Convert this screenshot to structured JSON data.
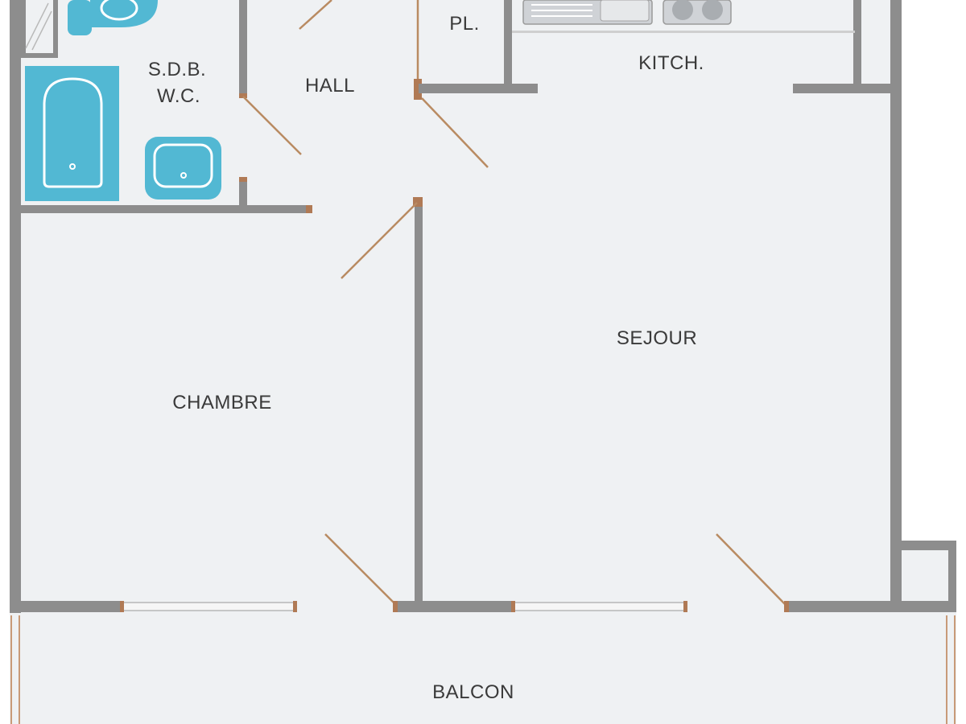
{
  "plan": {
    "colors": {
      "floor": "#eff1f3",
      "wall": "#8d8d8d",
      "door": "#b98b62",
      "fixture": "#52b8d3",
      "label": "#3a3a3a"
    },
    "rooms": {
      "sdb": {
        "line1": "S.D.B.",
        "line2": "W.C."
      },
      "hall": "HALL",
      "placard": "PL.",
      "kitchen": "KITCH.",
      "sejour": "SEJOUR",
      "chambre": "CHAMBRE",
      "balcon": "BALCON"
    },
    "fixtures": [
      "toilet-icon",
      "bathtub-icon",
      "sink-icon",
      "stove-icon",
      "kitchen-sink-icon"
    ]
  }
}
